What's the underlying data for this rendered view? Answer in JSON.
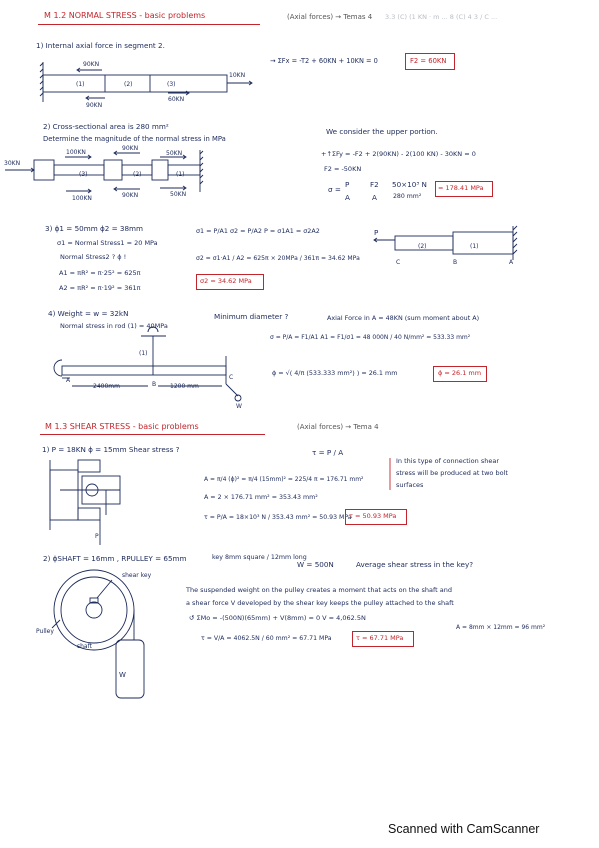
{
  "s12": {
    "title": "M 1.2  NORMAL STRESS - basic problems",
    "ref": "(Axial forces) → Temas 4",
    "ref_faint": "3.3 (C) (1 KN · m ... 8 (C) 4 3 / C ...",
    "p1": {
      "q": "1)  Internal axial force  in  segment 2.",
      "eq": "→ ΣFx = -T2 + 60KN + 10KN = 0",
      "ans": "F2 = 60KN",
      "f_top": "90KN",
      "f_right": "10KN",
      "f_bot1": "90KN",
      "f_bot2": "60KN",
      "seg1": "(1)",
      "seg2": "(2)",
      "seg3": "(3)"
    },
    "p2": {
      "q1": "2)  Cross-sectional area  is  280 mm²",
      "q2": "Determine  the  magnitude  of  the  normal  stress  in  MPa",
      "note": "We consider the upper portion.",
      "eq1": "+↑ΣFy = -F2 + 2(90KN) - 2(100 KN) - 30KN = 0",
      "eq2": "F2 = -50KN",
      "eq3_left": "σ =",
      "eq3_p": "P",
      "eq3_a": "A",
      "eq3_f": "F2",
      "eq3_a2": "A",
      "eq3_num": "50×10³ N",
      "eq3_den": "280 mm²",
      "ans": "= 178.41 MPa",
      "f30": "30KN",
      "f100a": "100KN",
      "f90a": "90KN",
      "f50a": "50KN",
      "f100b": "100KN",
      "f90b": "90KN",
      "f50b": "50KN",
      "s3": "(3)",
      "s2": "(2)",
      "s1": "(1)"
    },
    "p3": {
      "l1": "3)  ϕ1 = 50mm   ϕ2 = 38mm",
      "l2": "σ1 = Normal Stress1 = 20 MPa",
      "l3": "Normal  Stress2 ?  ϕ !",
      "l4": "A1 = πR² = π·25² = 625π",
      "l5": "A2 = πR² = π·19² = 361π",
      "m1": "σ1 = P/A1    σ2 = P/A2    P = σ1A1 = σ2A2",
      "m2": "σ2 = σ1·A1 / A2 = 625π × 20MPa / 361π = 34.62 MPa",
      "ans": "σ2 = 34.62 MPa",
      "P": "P",
      "C": "C",
      "B": "B",
      "A": "A",
      "s2": "(2)",
      "s1": "(1)"
    },
    "p4": {
      "l1": "4)  Weight = w = 32kN",
      "l2": "Normal  stress  in  rod (1) = 40MPa",
      "mid": "Minimum  diameter ?",
      "note": "Axial Force in A = 48KN (sum moment about A)",
      "eq1": "σ = P/A = F1/A1     A1 = F1/σ1 = 48 000N / 40 N/mm² = 533.33 mm²",
      "eq2": "ϕ = √( 4/π (533.333 mm²) ) = 26.1 mm",
      "ans": "ϕ = 26.1 mm",
      "dimA": "A",
      "dim1": "2400mm",
      "dimB": "B",
      "dim2": "1200 mm",
      "C": "C",
      "rod": "(1)",
      "w": "W"
    }
  },
  "s13": {
    "title": "M 1.3  SHEAR STRESS - basic problems",
    "ref": "(Axial forces) → Tema 4",
    "p1": {
      "q": "1)  P = 18KN    ϕ = 15mm        Shear stress ?",
      "tp": "τ = P / A",
      "eq1": "A = π/4 (ϕ)² = π/4 (15mm)² = 225/4 π = 176.71 mm²",
      "note1": "In this type of connection shear",
      "note2": "stress will be produced at two bolt",
      "note3": "surfaces",
      "eq2": "A = 2 × 176.71 mm² = 353.43 mm²",
      "eq3": "τ = P/A = 18×10³ N / 353.43 mm² = 50.93 MPa",
      "ans": "τ = 50.93 MPa",
      "P": "P"
    },
    "p2": {
      "q": "2)  ϕSHAFT = 16mm ,  RPULLEY = 65mm",
      "key": "key  8mm square / 12mm long",
      "w": "W = 500N",
      "avg": "Average shear stress in the key?",
      "t1": "The suspended weight on the pulley creates a moment that acts on the shaft and",
      "t2": "a shear force V developed by the shear key keeps the pulley attached to the shaft",
      "eq1": "↺ ΣMo = -(500N)(65mm) + V(8mm) = 0        V = 4,062.5N",
      "aside": "A = 8mm × 12mm = 96 mm²",
      "eq2": "τ = V/A = 4062.5N / 60 mm² = 67.71 MPa",
      "ans": "τ = 67.71 MPa",
      "shearkey": "shear key",
      "pulley": "Pulley",
      "shaft": "shaft",
      "wlabel": "W"
    }
  },
  "footer": "Scanned with CamScanner",
  "colors": {
    "ink": "#1c2a5a",
    "red": "#c2252b"
  }
}
